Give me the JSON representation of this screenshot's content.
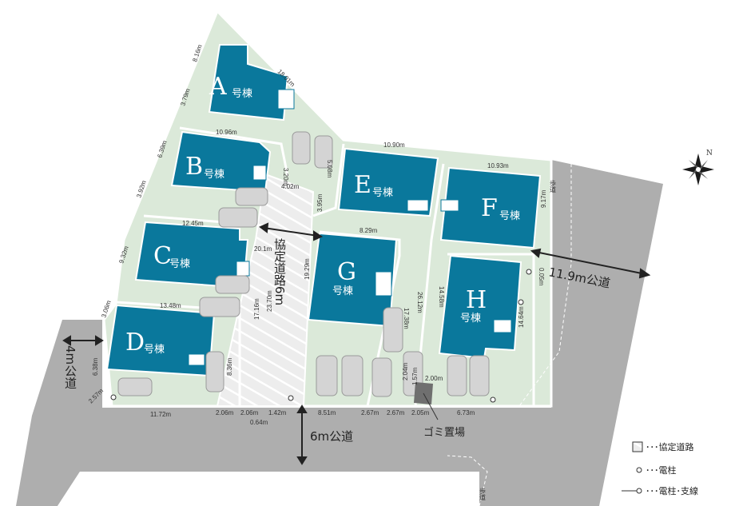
{
  "colors": {
    "road": "#aeaeae",
    "lot": "#dbe9d9",
    "lot_border": "#ffffff",
    "house": "#0a789c",
    "agreement_road": "#e6e6e6",
    "car": "#c8c8c8"
  },
  "houses": {
    "A": {
      "letter": "A",
      "suffix": "号棟"
    },
    "B": {
      "letter": "B",
      "suffix": "号棟"
    },
    "C": {
      "letter": "C",
      "suffix": "号棟"
    },
    "D": {
      "letter": "D",
      "suffix": "号棟"
    },
    "E": {
      "letter": "E",
      "suffix": "号棟"
    },
    "F": {
      "letter": "F",
      "suffix": "号棟"
    },
    "G": {
      "letter": "G",
      "suffix": "号棟"
    },
    "H": {
      "letter": "H",
      "suffix": "号棟"
    }
  },
  "roads": {
    "agreement_road": "協定道路6m",
    "public_6m": "6m公道",
    "public_4m": "4m公道",
    "public_11_9m": "11.9m公道",
    "sidewalk_1": "歩道",
    "sidewalk_2": "歩道",
    "garbage": "ゴミ置場"
  },
  "dimensions": {
    "a_top": "18.01m",
    "a_left_top": "8.16m",
    "a_left": "3.79m",
    "b_top": "10.96m",
    "b_left": "6.39m",
    "b_right_1": "3.20m",
    "b_right_2": "5.08m",
    "b_bottom": "4.02m",
    "b_left_2": "3.92m",
    "c_top": "12.45m",
    "c_left": "9.32m",
    "c_right": "20.1m",
    "d_top": "13.48m",
    "d_left": "3.06m",
    "d_left_2": "6.38m",
    "d_corner": "2.57m",
    "bottom_1": "11.72m",
    "bottom_2": "2.06m",
    "bottom_3": "2.06m",
    "bottom_4": "1.42m",
    "bottom_5": "0.64m",
    "bottom_6": "8.51m",
    "bottom_7": "2.67m",
    "bottom_8": "2.67m",
    "bottom_9": "2.05m",
    "bottom_10": "6.73m",
    "road_1": "8.36m",
    "road_2": "17.16m",
    "road_3": "23.70m",
    "road_4": "19.29m",
    "road_5": "3.95m",
    "e_top": "10.90m",
    "g_top": "8.29m",
    "g_right": "17.38m",
    "e_g": "26.12m",
    "f_top": "10.93m",
    "f_right": "9.17m",
    "h_left": "14.58m",
    "h_right_top": "0.05m",
    "h_right": "14.64m",
    "garbage_top": "2.00m",
    "garbage_left": "1.57m",
    "garbage_left_2": "2.04m"
  },
  "legend": {
    "agreement": "･･･協定道路",
    "pole": "･･･電柱",
    "pole_line": "･･･電柱･支線"
  },
  "compass": {
    "north": "N"
  }
}
